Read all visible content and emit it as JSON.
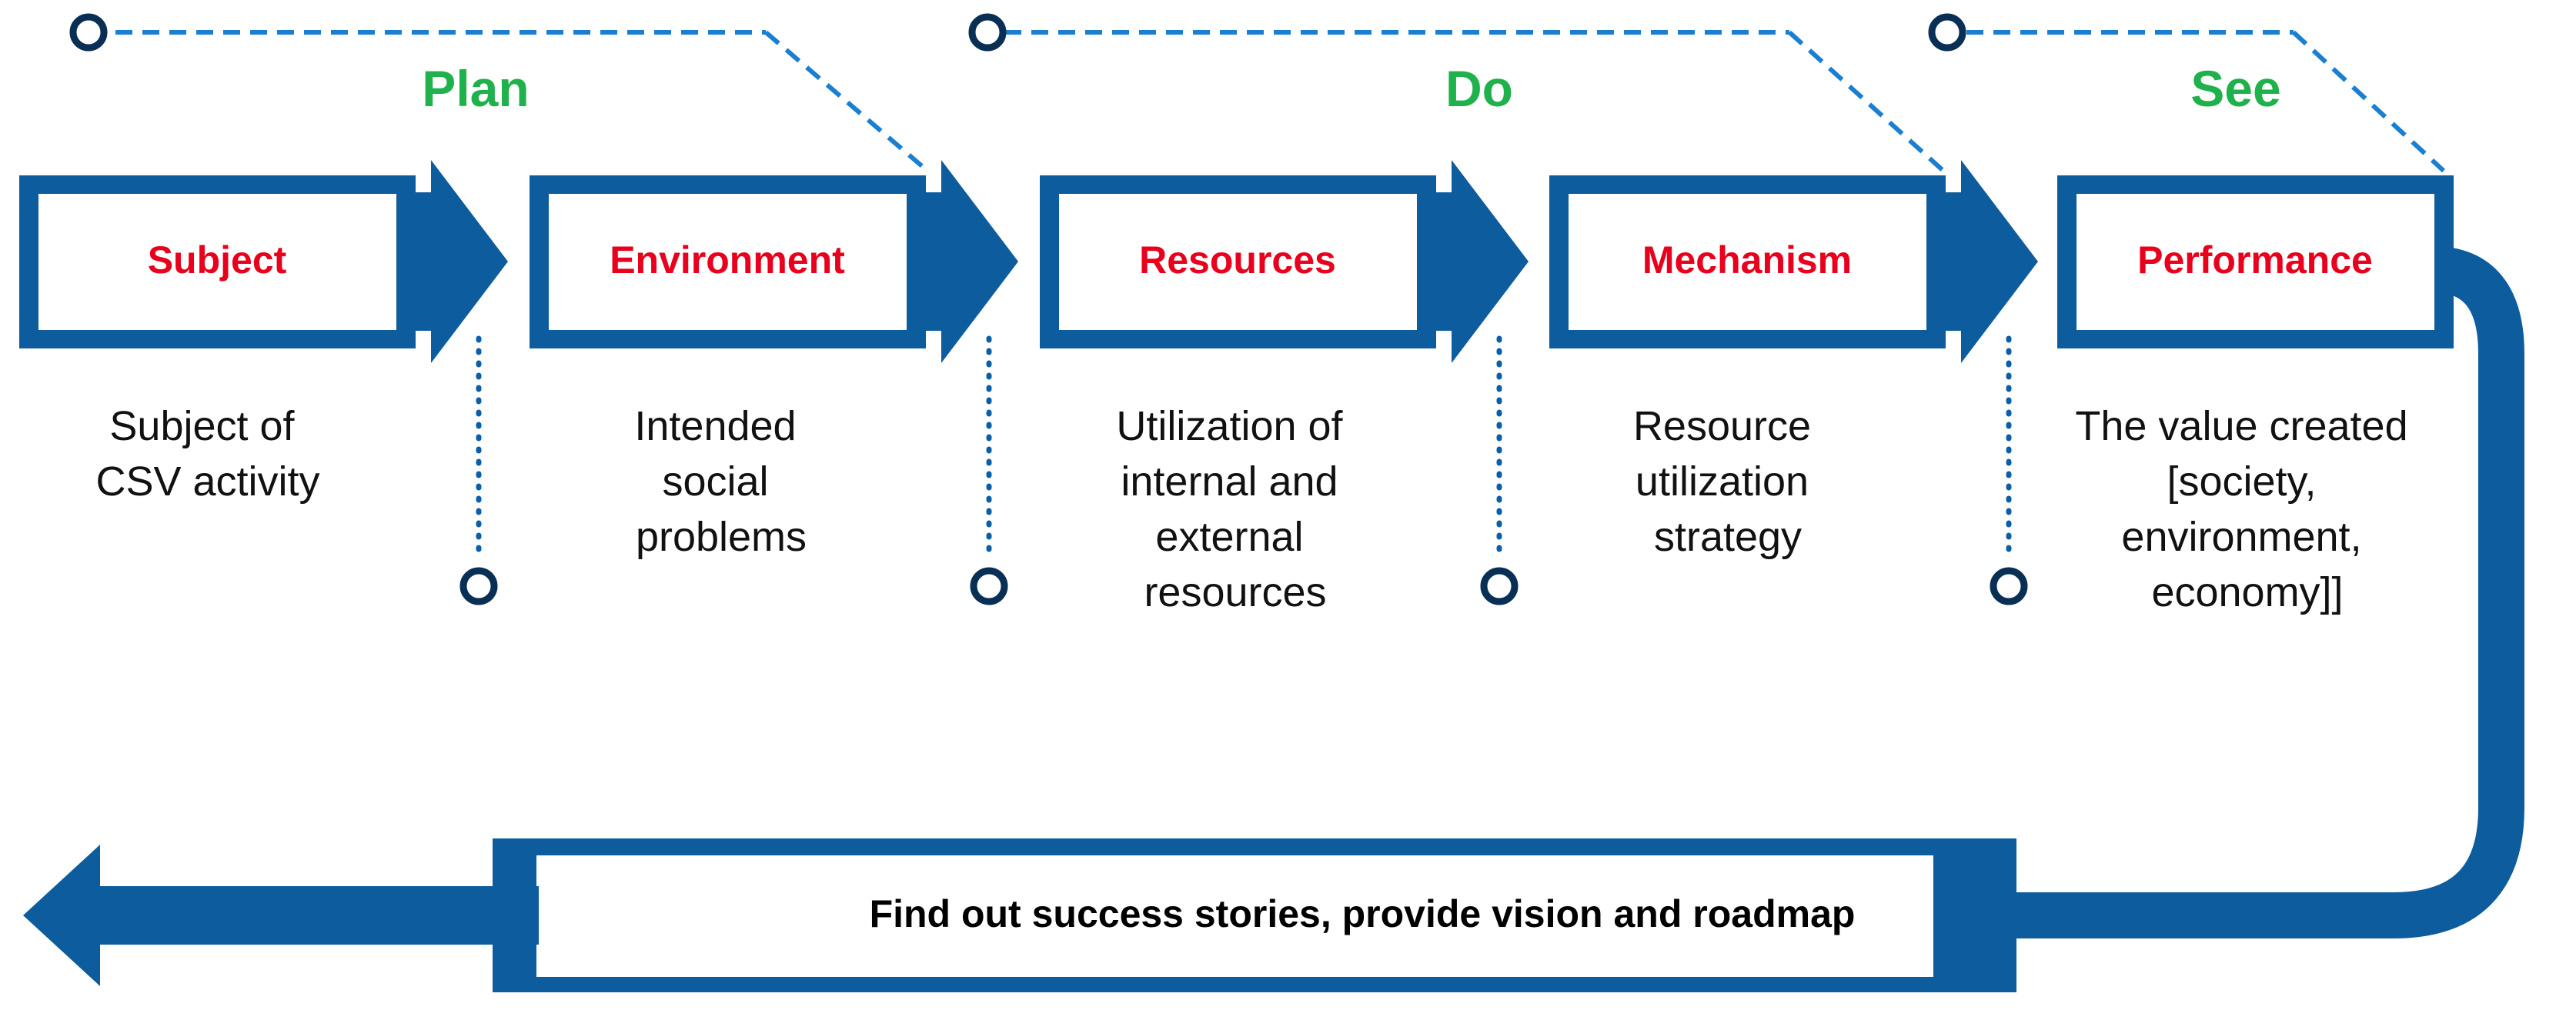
{
  "colors": {
    "flow_blue": "#0d5c9e",
    "box_fill": "#ffffff",
    "box_label": "#e8001c",
    "phase_label": "#1fb14b",
    "dashed": "#1a7fd1",
    "dotted": "#0a5fa8",
    "text": "#111111"
  },
  "phases": [
    {
      "id": "plan",
      "label": "Plan"
    },
    {
      "id": "do",
      "label": "Do"
    },
    {
      "id": "see",
      "label": "See"
    }
  ],
  "steps": [
    {
      "id": "subject",
      "label": "Subject",
      "description": [
        "Subject of",
        "CSV activity"
      ]
    },
    {
      "id": "environment",
      "label": "Environment",
      "description": [
        "Intended",
        "social",
        "problems"
      ]
    },
    {
      "id": "resources",
      "label": "Resources",
      "description": [
        "Utilization of",
        "internal and",
        "external",
        "resources"
      ]
    },
    {
      "id": "mechanism",
      "label": "Mechanism",
      "description": [
        "Resource",
        "utilization",
        "strategy"
      ]
    },
    {
      "id": "performance",
      "label": "Performance",
      "description": [
        "The value created",
        "[society,",
        "environment,",
        "economy]]"
      ]
    }
  ],
  "feedback": {
    "label": "Find out success stories, provide vision and roadmap"
  }
}
